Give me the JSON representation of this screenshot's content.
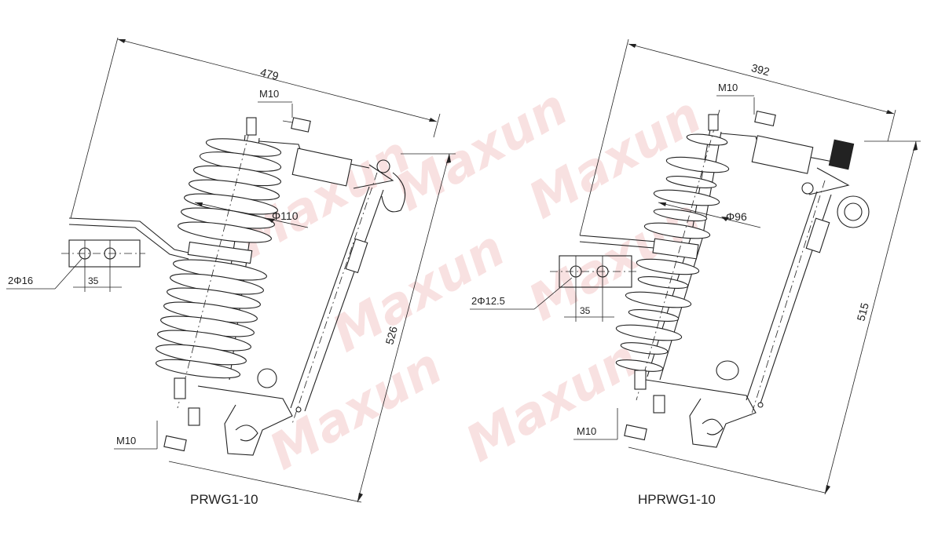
{
  "watermark": "Maxun",
  "colors": {
    "line": "#222222",
    "watermark": "#f4c9c9",
    "background": "#ffffff"
  },
  "left": {
    "model": "PRWG1-10",
    "overall_width": "479",
    "height": "526",
    "top_bolt": "M10",
    "bottom_bolt": "M10",
    "shed_diameter": "Φ110",
    "mount_holes": "2Φ16",
    "hole_spacing": "35"
  },
  "right": {
    "model": "HPRWG1-10",
    "overall_width": "392",
    "height": "515",
    "top_bolt": "M10",
    "bottom_bolt": "M10",
    "shed_diameter": "Φ96",
    "mount_holes": "2Φ12.5",
    "hole_spacing": "35"
  }
}
